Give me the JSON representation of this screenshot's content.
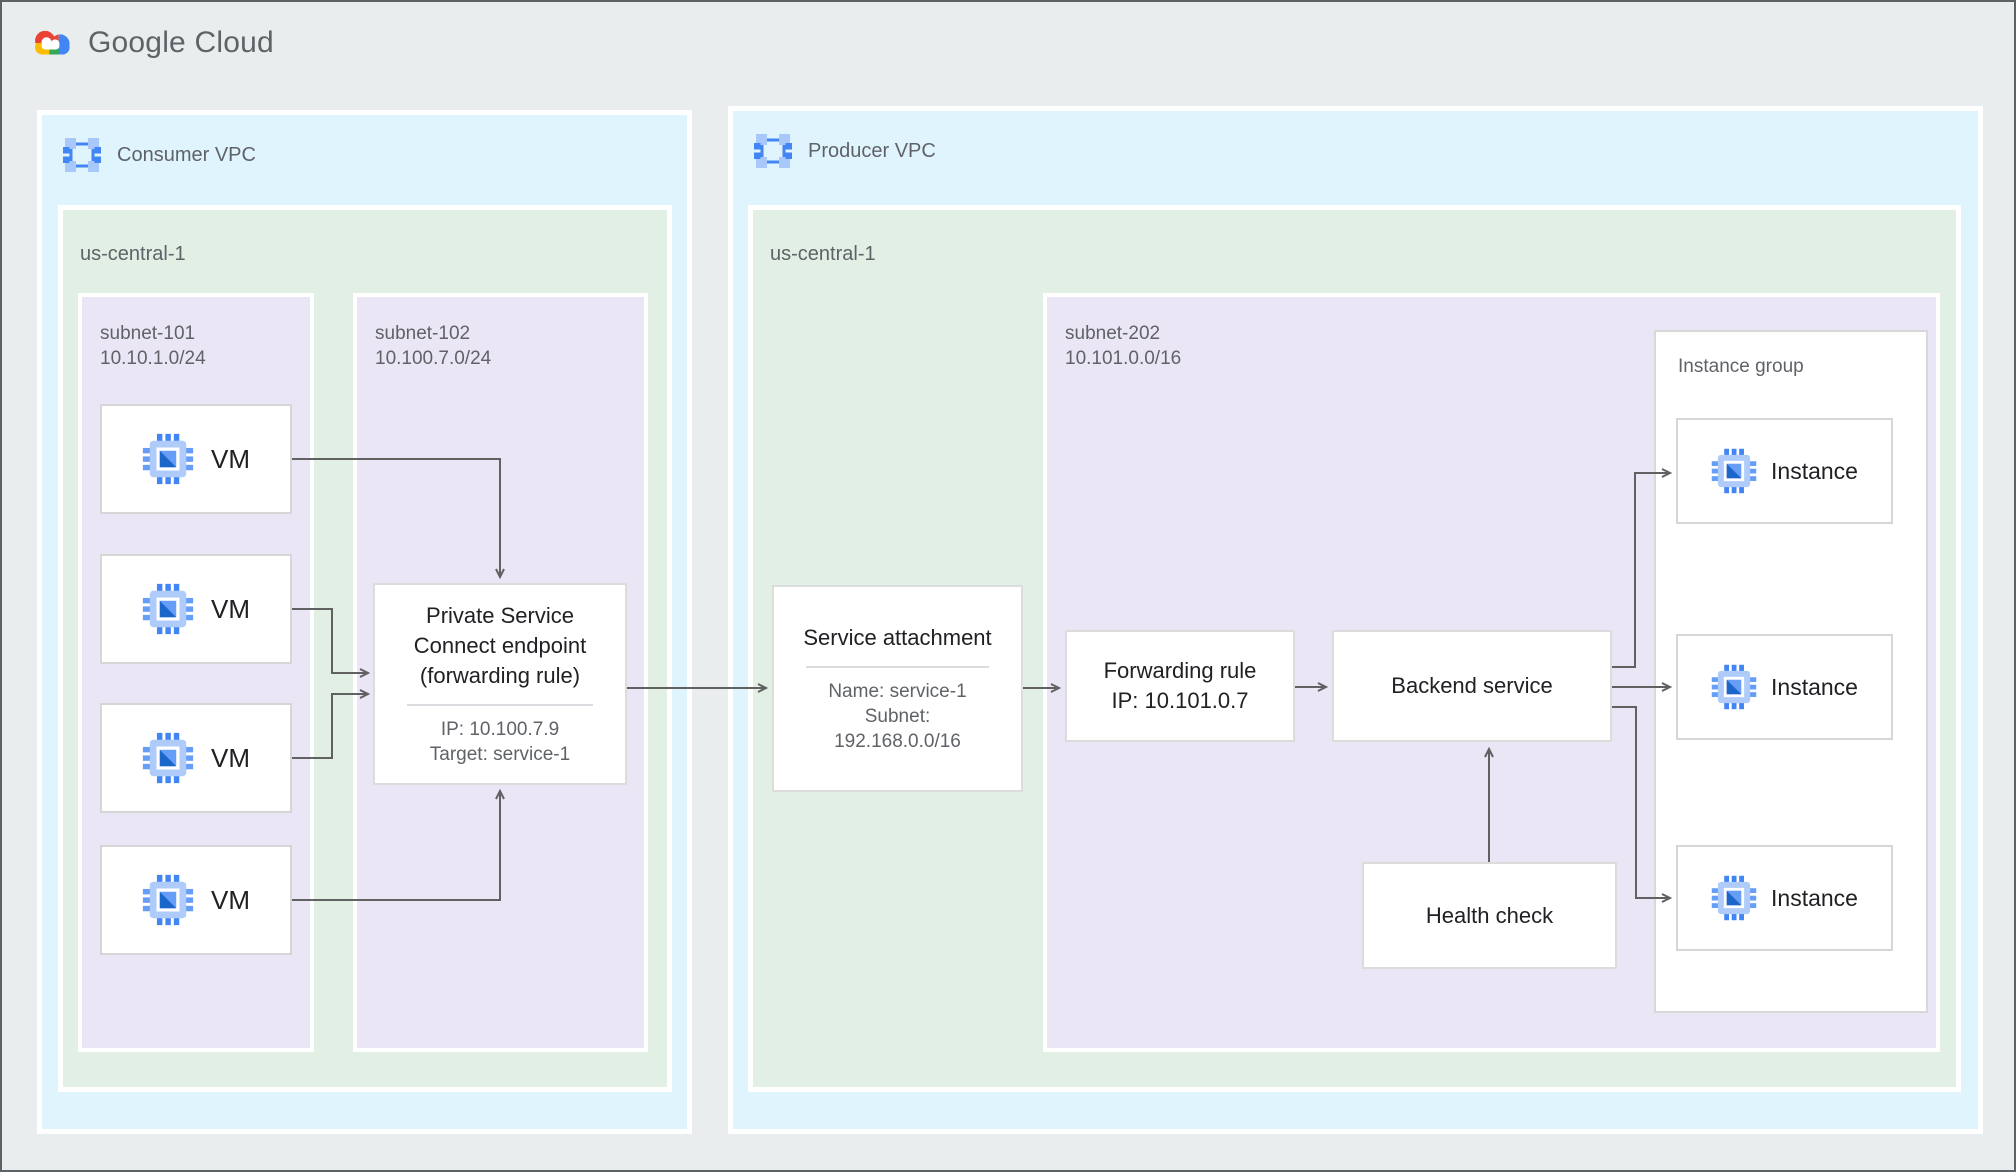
{
  "logo": {
    "text": "Google Cloud"
  },
  "colors": {
    "page_bg": "#e9edee",
    "vpc_fill": "#e0f4fd",
    "region_fill": "#e1efe5",
    "subnet_fill": "#ebe6f5",
    "node_bg": "#ffffff",
    "arrow": "#616161",
    "accent_blue": "#4285f4",
    "icon_light_blue": "#aecbfa",
    "text_dark": "#202124",
    "text_gray": "#5f6368"
  },
  "consumer_vpc": {
    "label": "Consumer VPC",
    "region": {
      "label": "us-central-1",
      "subnet_101": {
        "name": "subnet-101",
        "cidr": "10.10.1.0/24",
        "vms": [
          {
            "label": "VM"
          },
          {
            "label": "VM"
          },
          {
            "label": "VM"
          },
          {
            "label": "VM"
          }
        ]
      },
      "subnet_102": {
        "name": "subnet-102",
        "cidr": "10.100.7.0/24",
        "psc_endpoint": {
          "title": "Private Service Connect endpoint (forwarding rule)",
          "line1": "IP: 10.100.7.9",
          "line2": "Target: service-1"
        }
      }
    }
  },
  "producer_vpc": {
    "label": "Producer VPC",
    "region": {
      "label": "us-central-1",
      "service_attachment": {
        "title": "Service attachment",
        "line1": "Name: service-1",
        "line2": "Subnet:",
        "line3": "192.168.0.0/16"
      },
      "subnet_202": {
        "name": "subnet-202",
        "cidr": "10.101.0.0/16",
        "forwarding_rule": {
          "line1": "Forwarding rule",
          "line2": "IP: 10.101.0.7"
        },
        "backend_service": {
          "label": "Backend service"
        },
        "health_check": {
          "label": "Health check"
        },
        "instance_group": {
          "label": "Instance group",
          "instances": [
            {
              "label": "Instance"
            },
            {
              "label": "Instance"
            },
            {
              "label": "Instance"
            }
          ]
        }
      }
    }
  }
}
